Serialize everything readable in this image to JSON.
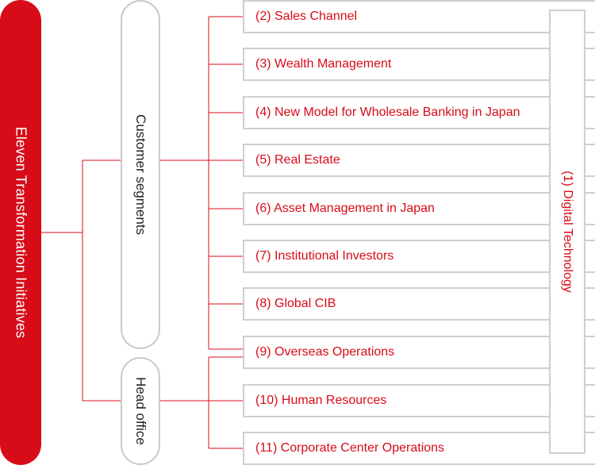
{
  "root": {
    "label": "Eleven Transformation Initiatives"
  },
  "segments": [
    {
      "label": "Customer segments"
    },
    {
      "label": "Head office"
    }
  ],
  "digital": {
    "label": "(1) Digital Technology"
  },
  "items": [
    "(2) Sales Channel",
    "(3) Wealth Management",
    "(4) New Model for Wholesale Banking in Japan",
    "(5) Real Estate",
    "(6) Asset Management in Japan",
    "(7) Institutional Investors",
    "(8) Global CIB",
    "(9) Overseas Operations",
    "(10) Human Resources",
    "(11) Corporate Center Operations"
  ],
  "colors": {
    "accent": "#d70c18",
    "border": "#cfcfcf",
    "text": "#222222"
  }
}
